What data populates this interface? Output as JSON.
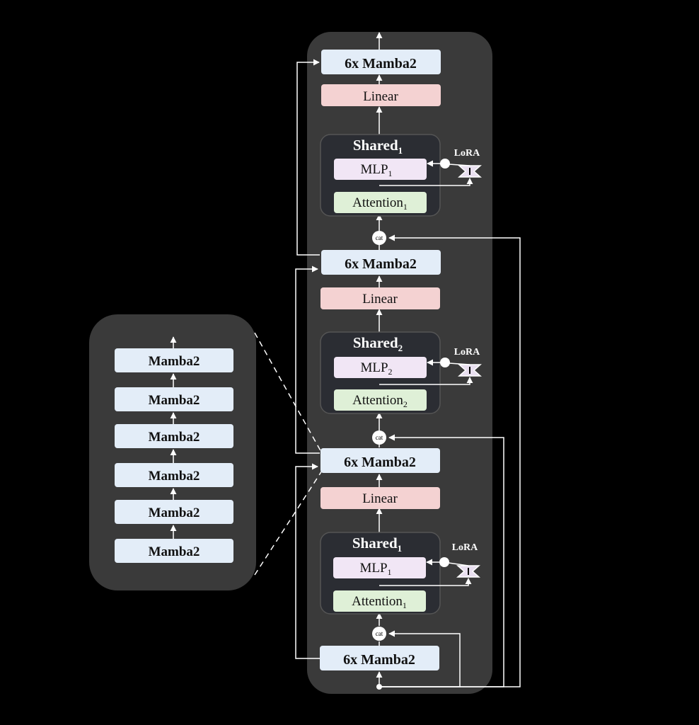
{
  "mamba_block_label": "6x Mamba2",
  "linear_label": "Linear",
  "lora_label": "LoRA",
  "cat_label": "cat",
  "shared_blocks": [
    {
      "shared_title": "Shared",
      "shared_sub": "1",
      "mlp": "MLP",
      "mlp_sub": "1",
      "attention": "Attention",
      "attention_sub": "1"
    },
    {
      "shared_title": "Shared",
      "shared_sub": "2",
      "mlp": "MLP",
      "mlp_sub": "2",
      "attention": "Attention",
      "attention_sub": "2"
    },
    {
      "shared_title": "Shared",
      "shared_sub": "1",
      "mlp": "MLP",
      "mlp_sub": "1",
      "attention": "Attention",
      "attention_sub": "1"
    }
  ],
  "expansion": {
    "items": [
      "Mamba2",
      "Mamba2",
      "Mamba2",
      "Mamba2",
      "Mamba2",
      "Mamba2"
    ]
  },
  "colors": {
    "background": "#000000",
    "panel": "#3a3a3a",
    "shared_bg": "#2b2d33",
    "mamba": "#e3edf8",
    "linear": "#f4d2d2",
    "mlp": "#f1e6f5",
    "attention": "#dff0d7",
    "line": "#ffffff"
  }
}
